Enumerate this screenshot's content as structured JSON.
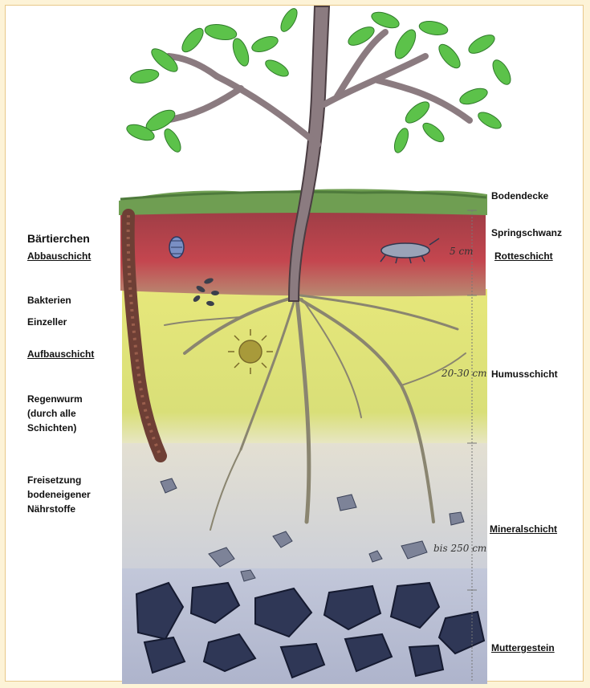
{
  "left_labels": {
    "baertierchen": "Bärtierchen",
    "abbauschicht": "Abbauschicht",
    "bakterien": "Bakterien",
    "einzeller": "Einzeller",
    "aufbauschicht": "Aufbauschicht",
    "regenwurm_1": "Regenwurm",
    "regenwurm_2": "(durch alle",
    "regenwurm_3": "Schichten)",
    "freisetzung_1": "Freisetzung",
    "freisetzung_2": "bodeneigener",
    "freisetzung_3": "Nährstoffe"
  },
  "right_labels": {
    "bodendecke": "Bodendecke",
    "springschwanz": "Springschwanz",
    "rotteschicht": "Rotteschicht",
    "humusschicht": "Humusschicht",
    "mineralschicht": "Mineralschicht",
    "muttergestein": "Muttergestein"
  },
  "depth_marks": {
    "five_cm": "5 cm",
    "twenty_thirty_cm": "20-30 cm",
    "bis_250_cm": "bis 250 cm"
  },
  "colors": {
    "grass": "#6f9e52",
    "rotteschicht": "#b3434f",
    "humusschicht": "#dfe27a",
    "mineralschicht": "#d7d3c6",
    "muttergestein": "#b9bfd3",
    "rock": "#2c3552",
    "trunk": "#8b7b80",
    "leaves": "#5cc24a"
  }
}
